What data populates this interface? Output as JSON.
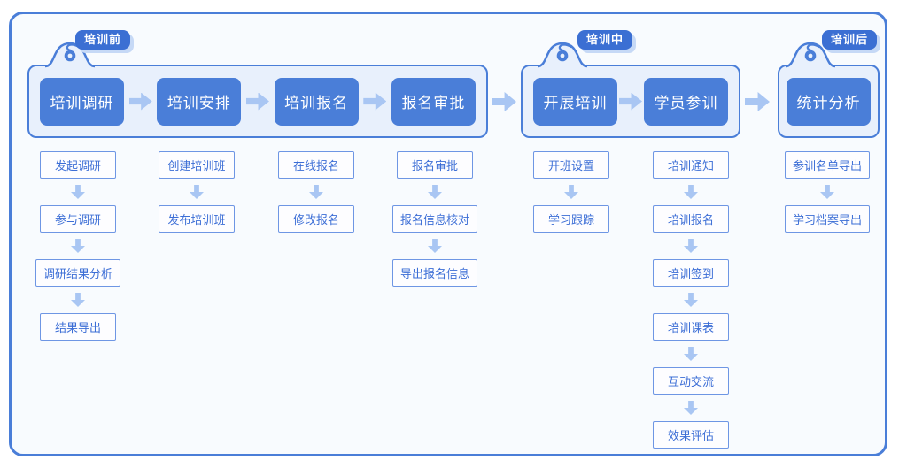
{
  "diagram": {
    "phases": [
      {
        "badge": "培训前",
        "steps": [
          {
            "label": "培训调研",
            "substeps": [
              "发起调研",
              "参与调研",
              "调研结果分析",
              "结果导出"
            ]
          },
          {
            "label": "培训安排",
            "substeps": [
              "创建培训班",
              "发布培训班"
            ]
          },
          {
            "label": "培训报名",
            "substeps": [
              "在线报名",
              "修改报名"
            ]
          },
          {
            "label": "报名审批",
            "substeps": [
              "报名审批",
              "报名信息核对",
              "导出报名信息"
            ]
          }
        ]
      },
      {
        "badge": "培训中",
        "steps": [
          {
            "label": "开展培训",
            "substeps": [
              "开班设置",
              "学习跟踪"
            ]
          },
          {
            "label": "学员参训",
            "substeps": [
              "培训通知",
              "培训报名",
              "培训签到",
              "培训课表",
              "互动交流",
              "效果评估"
            ]
          }
        ]
      },
      {
        "badge": "培训后",
        "steps": [
          {
            "label": "统计分析",
            "substeps": [
              "参训名单导出",
              "学习档案导出"
            ]
          }
        ]
      }
    ],
    "colors": {
      "primary_blue": "#4a7ed8",
      "badge_blue": "#3b6fd3",
      "group_background": "#e8f0fc",
      "frame_background": "#f8fbfe",
      "arrow_light_blue": "#a9c6f3",
      "substep_border": "#6e96e4",
      "substep_text": "#3c6ed6",
      "badge_shadow": "#c6d9f6"
    }
  }
}
